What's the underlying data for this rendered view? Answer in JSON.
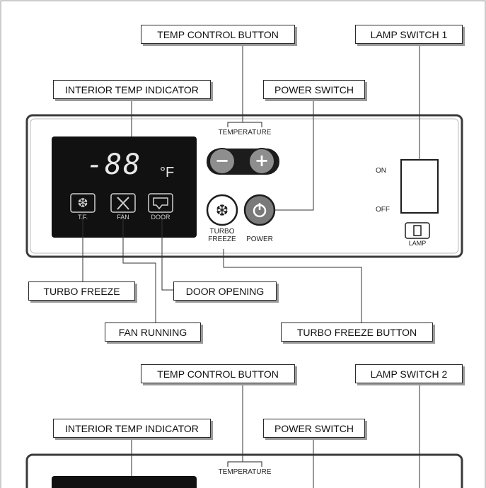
{
  "callouts": {
    "temp_control_button": "TEMP CONTROL BUTTON",
    "lamp_switch_1": "LAMP SWITCH 1",
    "interior_temp_indicator": "INTERIOR TEMP INDICATOR",
    "power_switch": "POWER SWITCH",
    "turbo_freeze": "TURBO FREEZE",
    "door_opening": "DOOR OPENING",
    "fan_running": "FAN RUNNING",
    "turbo_freeze_button": "TURBO FREEZE BUTTON",
    "temp_control_button_2": "TEMP CONTROL BUTTON",
    "lamp_switch_2": "LAMP SWITCH 2",
    "interior_temp_indicator_2": "INTERIOR TEMP INDICATOR",
    "power_switch_2": "POWER SWITCH"
  },
  "panel": {
    "temperature_label": "TEMPERATURE",
    "display_digits": "-88",
    "display_unit": "°F",
    "indicators": {
      "tf": "T.F.",
      "fan": "FAN",
      "door": "DOOR"
    },
    "minus_glyph": "−",
    "plus_glyph": "+",
    "turbo_freeze_label_1": "TURBO",
    "turbo_freeze_label_2": "FREEZE",
    "power_label": "POWER",
    "lamp_on": "ON",
    "lamp_off": "OFF",
    "lamp_label": "LAMP"
  },
  "panel_2": {
    "temperature_label": "TEMPERATURE"
  },
  "colors": {
    "display_bg": "#111111",
    "button_gray": "#8e8e8e",
    "power_button": "#7a7a7a"
  }
}
